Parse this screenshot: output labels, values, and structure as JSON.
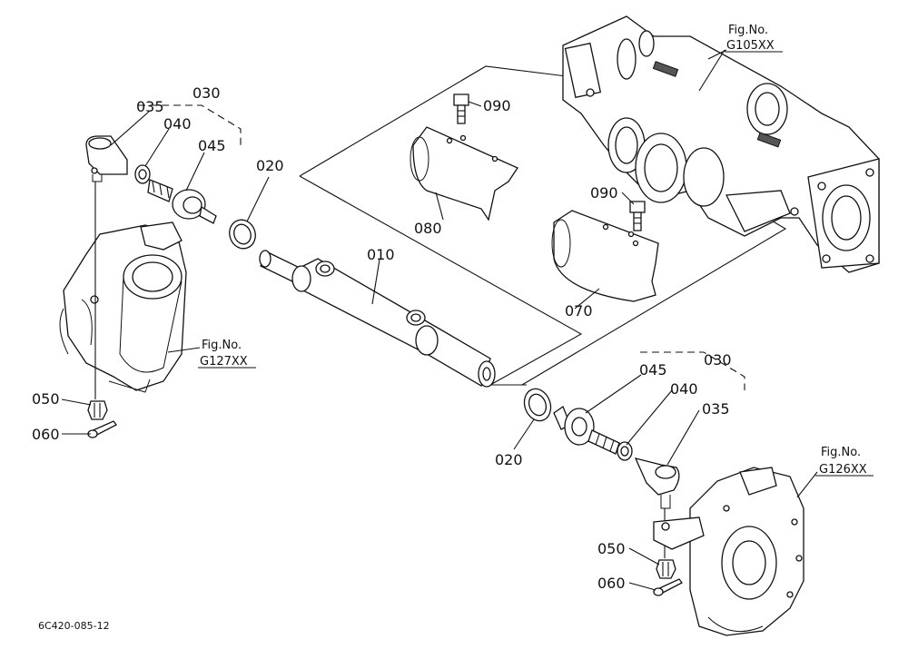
{
  "parts": {
    "p010": "010",
    "p020_left": "020",
    "p020_right": "020",
    "p030_left": "030",
    "p030_right": "030",
    "p035_left": "035",
    "p035_right": "035",
    "p040_left": "040",
    "p040_right": "040",
    "p045_left": "045",
    "p045_right": "045",
    "p050_left": "050",
    "p050_right": "050",
    "p060_left": "060",
    "p060_right": "060",
    "p070": "070",
    "p080": "080",
    "p090_top": "090",
    "p090_mid": "090"
  },
  "figure_refs": {
    "top_right": {
      "label": "Fig.No.",
      "code": "G105XX"
    },
    "left": {
      "label": "Fig.No.",
      "code": "G127XX"
    },
    "bottom_right": {
      "label": "Fig.No.",
      "code": "G126XX"
    }
  },
  "drawing_code": "6C420-085-12"
}
